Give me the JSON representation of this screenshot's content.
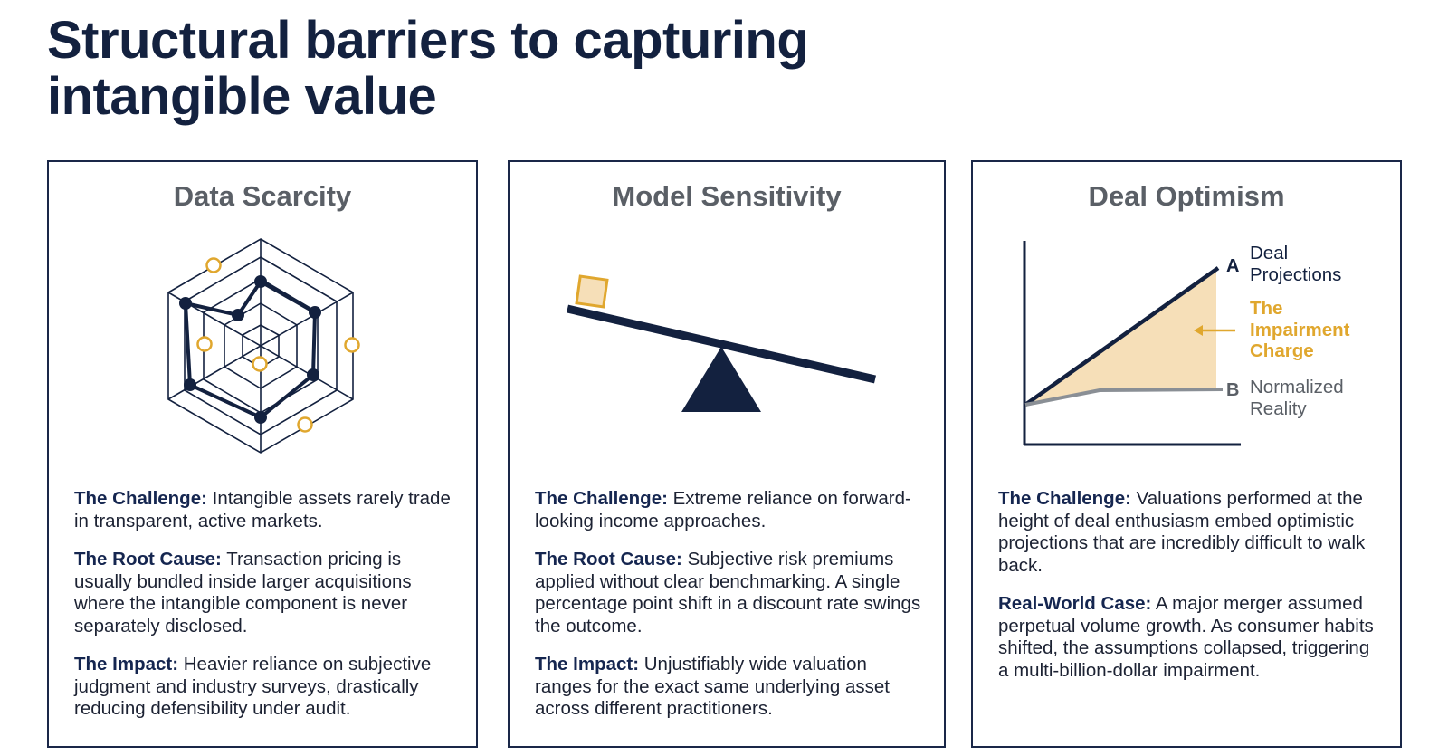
{
  "page": {
    "title": "Structural barriers to capturing intangible value"
  },
  "colors": {
    "navy": "#13213f",
    "gold": "#e0a72e",
    "fill_gold": "#f6dfb8",
    "gray_title": "#5a5f66",
    "gray_line": "#8a8f95"
  },
  "cards": [
    {
      "title": "Data Scarcity",
      "icon": "radar-chart-icon",
      "sections": [
        {
          "label": "The Challenge:",
          "text": " Intangible assets rarely trade in transparent, active markets."
        },
        {
          "label": "The Root Cause:",
          "text": " Transaction pricing is usually bundled inside larger acquisitions where the intangible component is never separately disclosed."
        },
        {
          "label": "The Impact:",
          "text": " Heavier reliance on subjective judgment and industry surveys, drastically reducing defensibility under audit."
        }
      ]
    },
    {
      "title": "Model Sensitivity",
      "icon": "seesaw-balance-icon",
      "sections": [
        {
          "label": "The Challenge:",
          "text": " Extreme reliance on forward-looking income approaches."
        },
        {
          "label": "The Root Cause:",
          "text": " Subjective risk premiums applied without clear benchmarking. A single percentage point shift in a discount rate swings the outcome."
        },
        {
          "label": "The Impact:",
          "text": " Unjustifiably wide valuation ranges for the exact same underlying asset across different practitioners."
        }
      ]
    },
    {
      "title": "Deal Optimism",
      "icon": "projection-gap-chart-icon",
      "chart_labels": {
        "a_letter": "A",
        "a_line1": "Deal",
        "a_line2": "Projections",
        "gap_line1": "The",
        "gap_line2": "Impairment",
        "gap_line3": "Charge",
        "b_letter": "B",
        "b_line1": "Normalized",
        "b_line2": "Reality"
      },
      "sections": [
        {
          "label": "The Challenge:",
          "text": " Valuations performed at the height of deal enthusiasm embed optimistic projections that are incredibly difficult to walk back."
        },
        {
          "label": "Real-World Case:",
          "text": " A major merger assumed perpetual volume growth. As consumer habits shifted, the assumptions collapsed, triggering a multi-billion-dollar impairment."
        }
      ]
    }
  ]
}
